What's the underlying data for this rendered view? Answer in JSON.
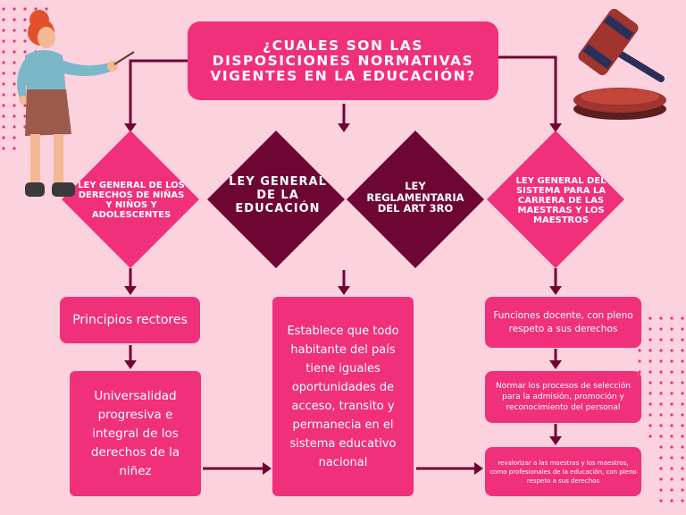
{
  "title": "¿CUALES SON LAS DISPOSICIONES NORMATIVAS VIGENTES EN LA EDUCACIÓN?",
  "diamonds": [
    {
      "label": "LEY GENERAL DE LOS DERECHOS DE NIÑAS Y NIÑOS Y ADOLESCENTES",
      "color": "#f0307a"
    },
    {
      "label": "LEY GENERAL DE LA EDUCACIÓN",
      "color": "#6e0633"
    },
    {
      "label": "LEY REGLAMENTARIA DEL ART 3RO",
      "color": "#6e0633"
    },
    {
      "label": "LEY GENERAL DEL SISTEMA PARA LA CARRERA DE LAS MAESTRAS Y LOS MAESTROS",
      "color": "#f0307a"
    }
  ],
  "boxes": {
    "principios": "Principios rectores",
    "universalidad": "Universalidad progresiva e integral de los derechos de la niñez",
    "establece": "Establece que todo habitante del país tiene iguales oportunidades de acceso, transito y permanecia en el sistema educativo nacional",
    "funciones": "Funciones docente, con pleno respeto a sus derechos",
    "normar": "Normar los procesos de selección para la admisión, promoción y reconocimiento del personal",
    "revalorizar": "revalorizar a las maestras y los maestros, como profesionales de la educación, con pleno respeto a sus derechos"
  },
  "colors": {
    "background": "#fcd2de",
    "box": "#f0307a",
    "dark": "#6e0633",
    "dots": "#f0307a"
  },
  "icons": [
    "teacher-illustration",
    "gavel-icon"
  ]
}
